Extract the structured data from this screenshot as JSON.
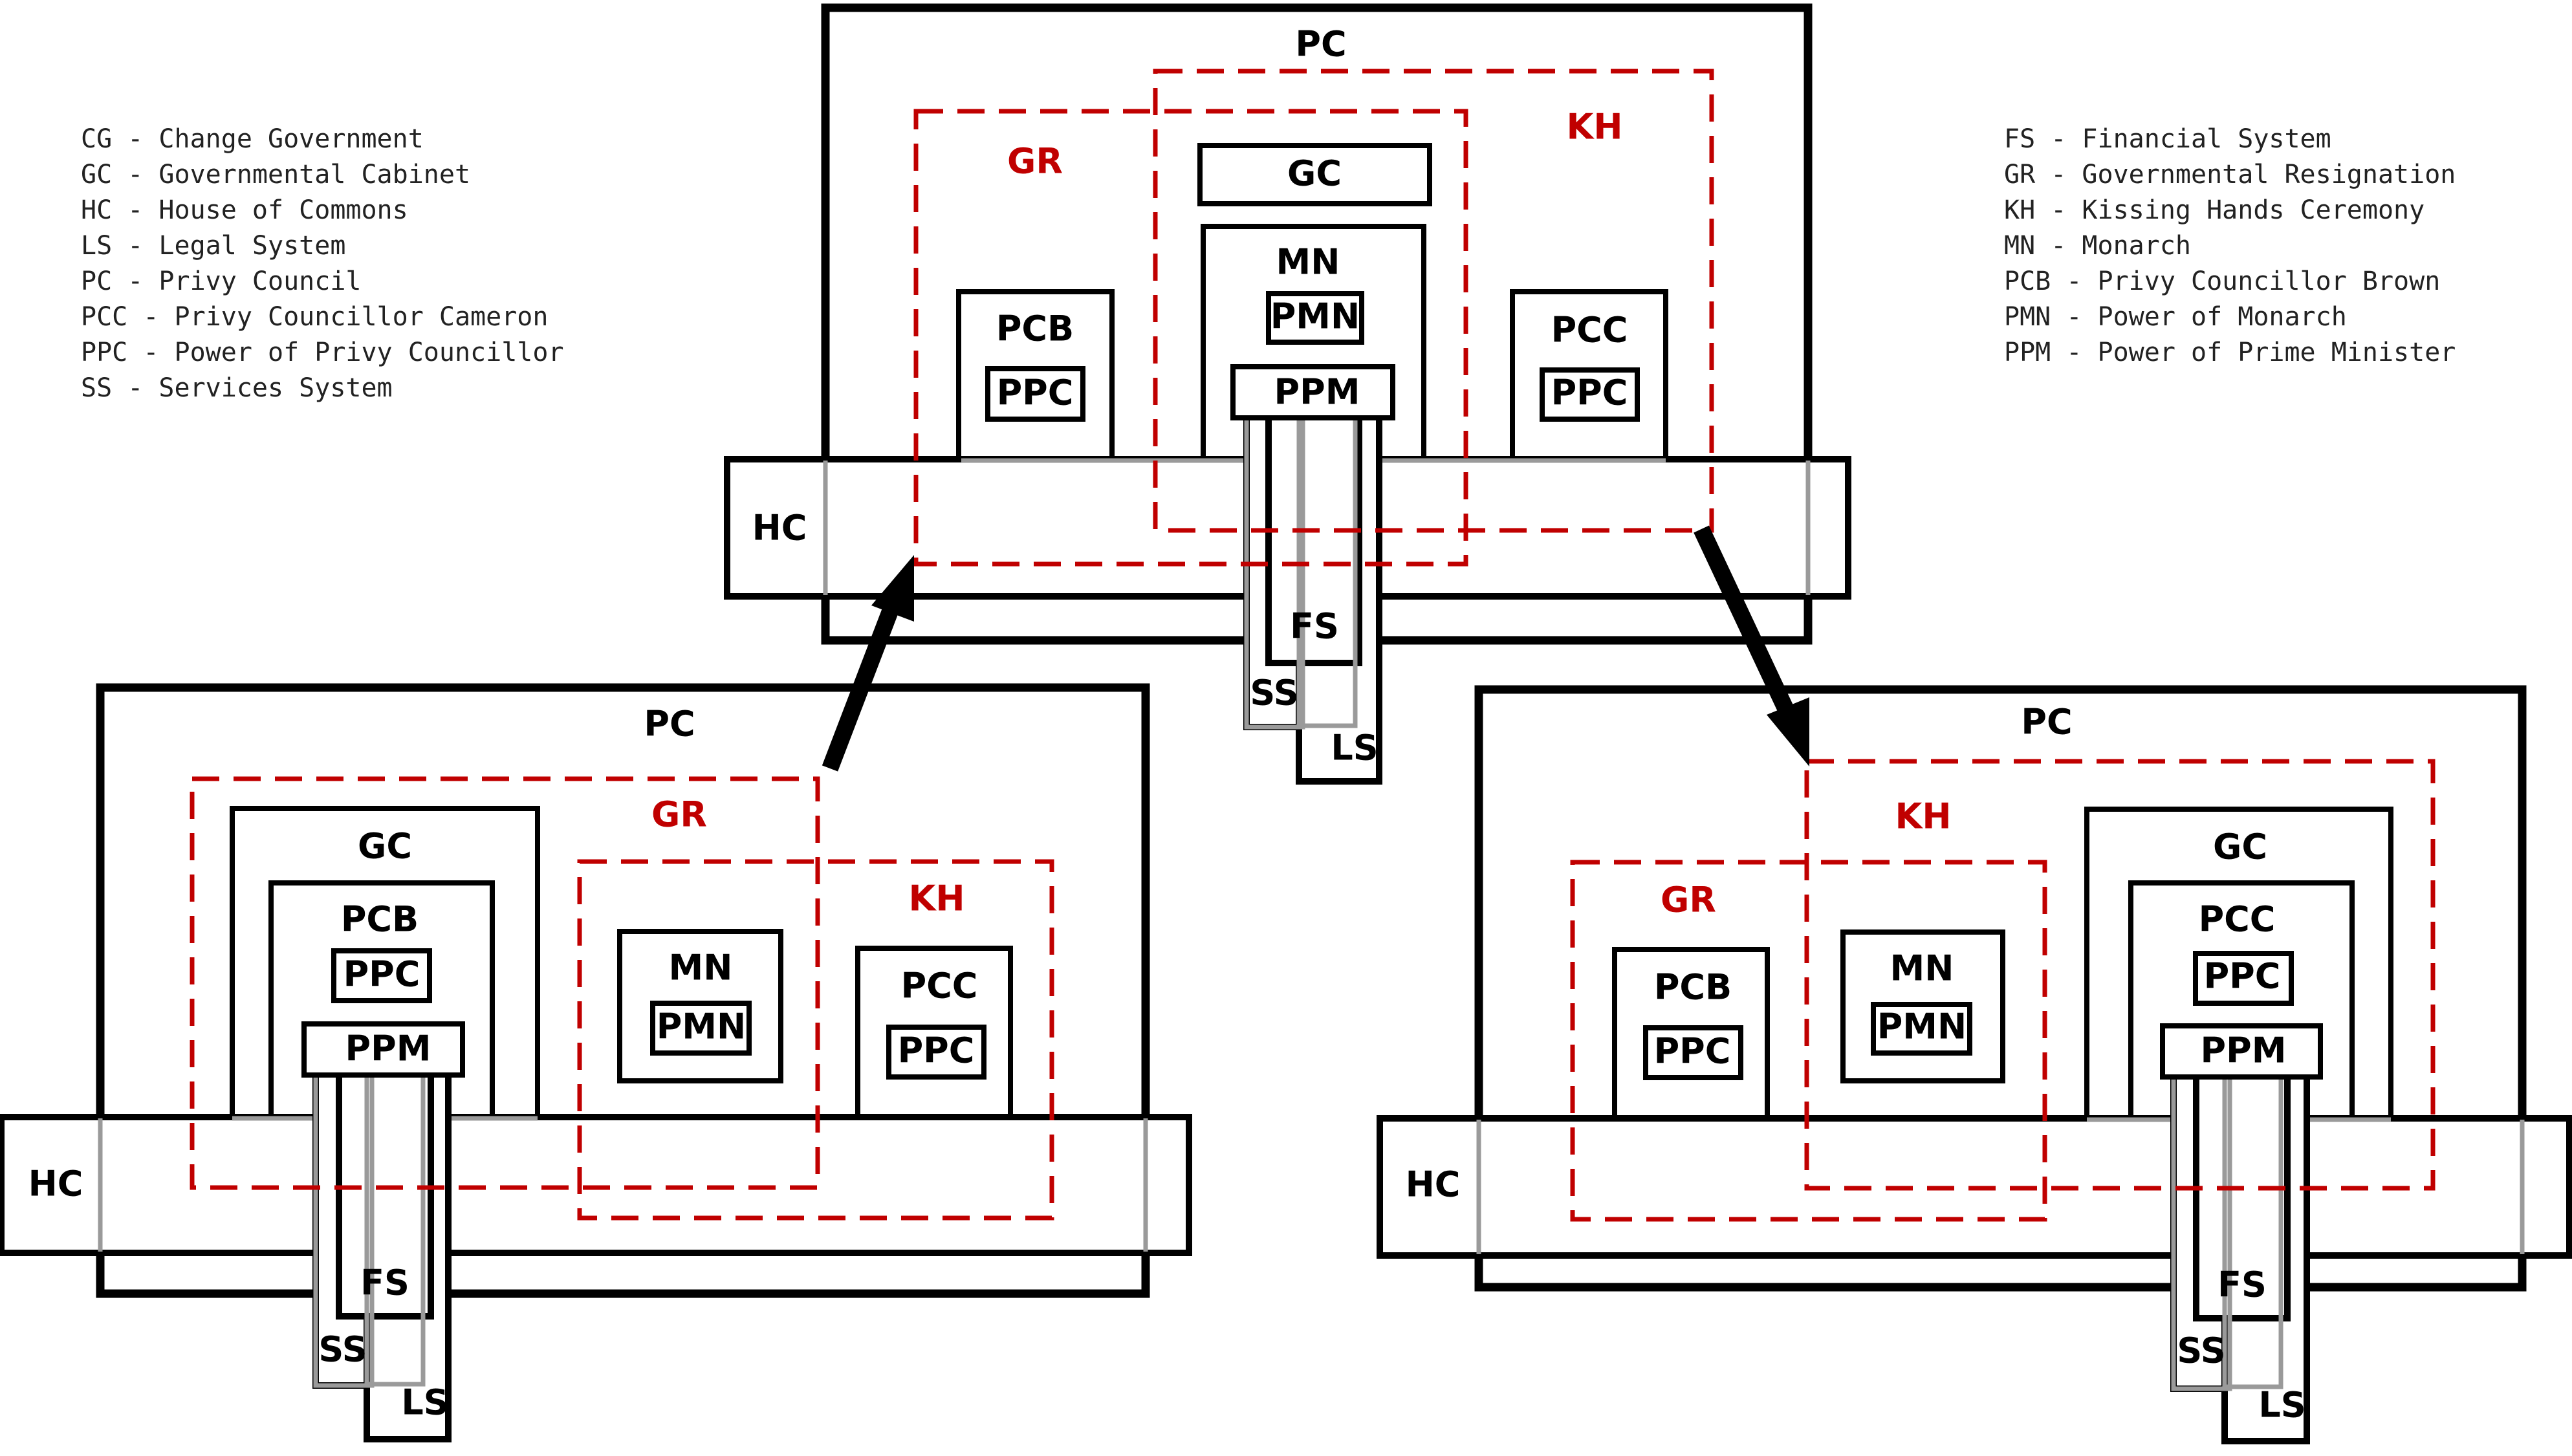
{
  "legend_left": [
    "CG - Change Government",
    "GC - Governmental Cabinet",
    "HC - House of Commons",
    "LS - Legal System",
    "PC - Privy Council",
    "PCC - Privy Councillor Cameron",
    "PPC - Power of Privy Councillor",
    "SS - Services System"
  ],
  "legend_right": [
    "FS - Financial System",
    "GR - Governmental Resignation",
    "KH - Kissing Hands Ceremony",
    "MN - Monarch",
    "PCB - Privy Councillor Brown",
    "PMN - Power of Monarch",
    "PPM - Power of Prime Minister"
  ],
  "top": {
    "pc": "PC",
    "gr": "GR",
    "kh": "KH",
    "gc": "GC",
    "mn": "MN",
    "pmn": "PMN",
    "pcb": "PCB",
    "pcb_ppc": "PPC",
    "pcc": "PCC",
    "pcc_ppc": "PPC",
    "ppm": "PPM",
    "hc": "HC",
    "fs": "FS",
    "ss": "SS",
    "ls": "LS"
  },
  "left": {
    "pc": "PC",
    "gr": "GR",
    "kh": "KH",
    "gc": "GC",
    "pcb": "PCB",
    "pcb_ppc": "PPC",
    "ppm": "PPM",
    "mn": "MN",
    "pmn": "PMN",
    "pcc": "PCC",
    "pcc_ppc": "PPC",
    "hc": "HC",
    "fs": "FS",
    "ss": "SS",
    "ls": "LS"
  },
  "right": {
    "pc": "PC",
    "gr": "GR",
    "kh": "KH",
    "gc": "GC",
    "pcb": "PCB",
    "pcb_ppc": "PPC",
    "mn": "MN",
    "pmn": "PMN",
    "pcc": "PCC",
    "pcc_ppc": "PPC",
    "ppm": "PPM",
    "hc": "HC",
    "fs": "FS",
    "ss": "SS",
    "ls": "LS"
  }
}
